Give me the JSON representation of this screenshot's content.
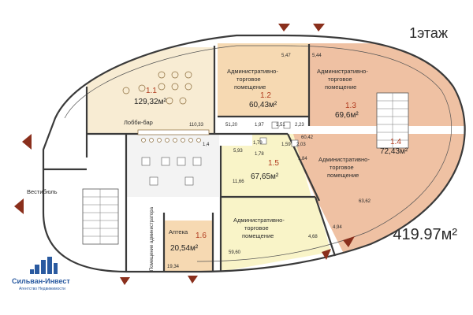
{
  "floor": "1этаж",
  "total_area": "419.97м²",
  "logo": {
    "name": "Сильван-Инвест",
    "subtitle": "Агентство Недвижимости"
  },
  "colors": {
    "cream": "#f8ecd3",
    "peach": "#f6d9b2",
    "salmon": "#efc1a3",
    "lightyellow": "#f9f4c8",
    "accent": "#b03a1e",
    "arrow": "#8a2f1c"
  },
  "rooms": [
    {
      "id": "r11",
      "num": "1.1",
      "area": "129,32м²"
    },
    {
      "id": "r12",
      "num": "1.2",
      "area": "60,43м²",
      "use": [
        "Административно-",
        "торговое",
        "помещение"
      ]
    },
    {
      "id": "r13",
      "num": "1.3",
      "area": "69,6м²",
      "use": [
        "Административно-",
        "торговое",
        "помещение"
      ]
    },
    {
      "id": "r14",
      "num": "1.4",
      "area": "72,43м²",
      "use": [
        "Административно-",
        "торговое",
        "помещение"
      ]
    },
    {
      "id": "r15",
      "num": "1.5",
      "area": "67,65м²",
      "use": [
        "Административно-",
        "торговое",
        "помещение"
      ]
    },
    {
      "id": "r16",
      "num": "1.6",
      "area": "20,54м²"
    }
  ],
  "labels": {
    "lobby": "Лобби-бар",
    "vestibule": "Вестибюль",
    "pharmacy": "Аптека",
    "admin_room": "Помещение администратора"
  },
  "dimensions": {
    "d547": "5,47",
    "d544": "5,44",
    "d11033": "110,33",
    "d5120": "51,20",
    "d197": "1,97",
    "d151": "1,51",
    "d223": "2,23",
    "d6042": "60,42",
    "d14": "1,4",
    "d593": "5,93",
    "d179": "1,79",
    "d178": "1,78",
    "d159": "1,59",
    "d203": "2,03",
    "d184": "1,84",
    "d1166": "11,66",
    "d6362": "63,62",
    "d494": "4,94",
    "d468": "4,68",
    "d5960": "59,60",
    "d1934": "19,34"
  }
}
